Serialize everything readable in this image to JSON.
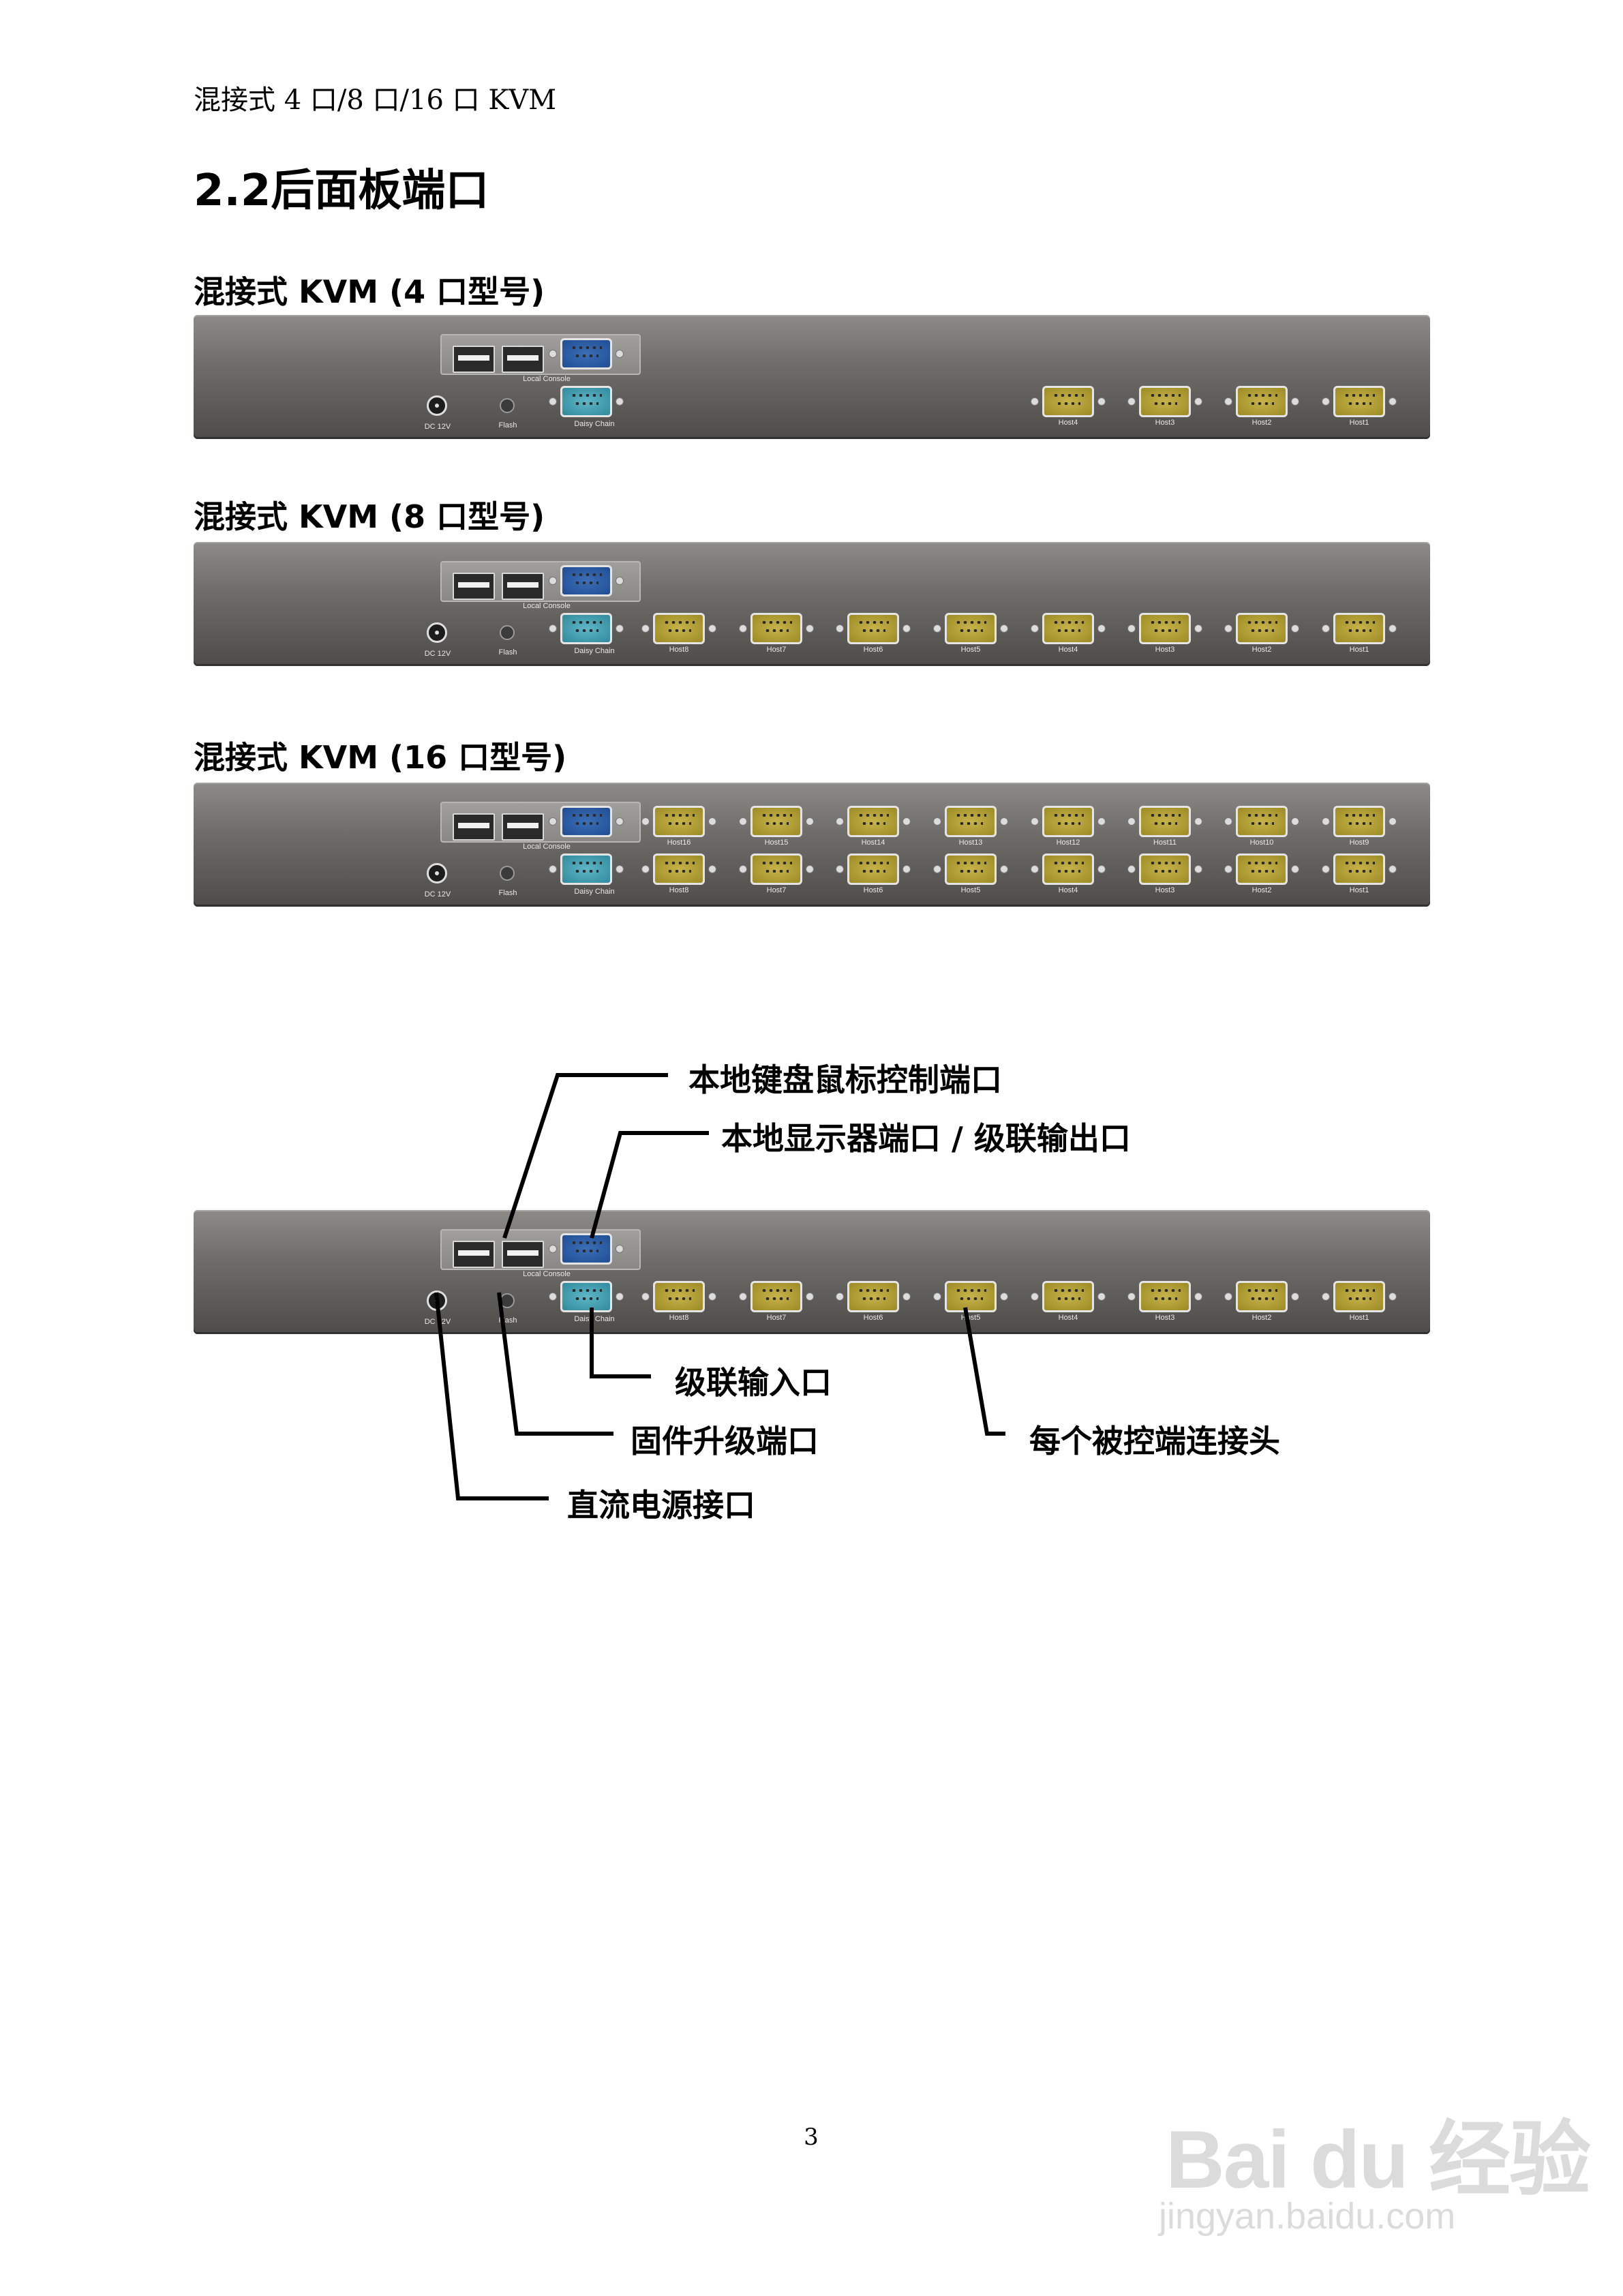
{
  "running_header": "混接式 4 口/8 口/16 口 KVM",
  "section_title": "2.2后面板端口",
  "models": [
    {
      "heading": "混接式 KVM (4 口型号)"
    },
    {
      "heading": "混接式 KVM (8 口型号)"
    },
    {
      "heading": "混接式 KVM (16 口型号)"
    }
  ],
  "panel_labels": {
    "local_console": "Local Console",
    "daisy_chain": "Daisy Chain",
    "dc": "DC 12V",
    "flash": "Flash"
  },
  "hosts_4": [
    "Host4",
    "Host3",
    "Host2",
    "Host1"
  ],
  "hosts_8": [
    "Host8",
    "Host7",
    "Host6",
    "Host5",
    "Host4",
    "Host3",
    "Host2",
    "Host1"
  ],
  "hosts_16_top": [
    "Host16",
    "Host15",
    "Host14",
    "Host13",
    "Host12",
    "Host11",
    "Host10",
    "Host9"
  ],
  "hosts_16_bottom": [
    "Host8",
    "Host7",
    "Host6",
    "Host5",
    "Host4",
    "Host3",
    "Host2",
    "Host1"
  ],
  "callouts": {
    "keyboard_mouse": "本地键盘鼠标控制端口",
    "monitor_cascade_out": "本地显示器端口 / 级联输出口",
    "cascade_in": "级联输入口",
    "firmware": "固件升级端口",
    "host_connectors": "每个被控端连接头",
    "dc_power": "直流电源接口"
  },
  "page_number": "3",
  "watermark": {
    "brand": "Bai du 经验",
    "url": "jingyan.baidu.com"
  },
  "colors": {
    "panel": "#6f6d69",
    "console_port": "#1f4d94",
    "daisy_port": "#2f8a9c",
    "host_port": "#9c8a24"
  }
}
